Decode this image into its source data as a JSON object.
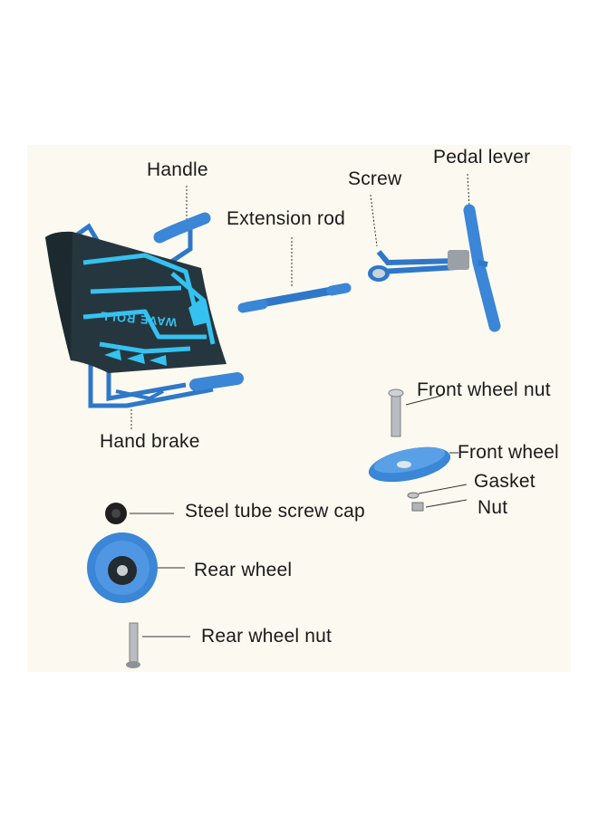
{
  "labels": {
    "handle": "Handle",
    "screw": "Screw",
    "pedal_lever": "Pedal lever",
    "extension_rod": "Extension rod",
    "front_wheel_nut": "Front wheel nut",
    "hand_brake": "Hand brake",
    "front_wheel": "Front wheel",
    "gasket": "Gasket",
    "nut": "Nut",
    "steel_tube_screw_cap": "Steel tube screw cap",
    "rear_wheel": "Rear wheel",
    "rear_wheel_nut": "Rear wheel nut"
  },
  "seat_print": "WAVE ROLL",
  "colors": {
    "background": "#fcfaf0",
    "frame_blue": "#2f77c9",
    "part_blue": "#3b86d6",
    "seat_dark": "#26363e",
    "seat_print": "#35c2f0",
    "metal": "#b9bcc0"
  }
}
